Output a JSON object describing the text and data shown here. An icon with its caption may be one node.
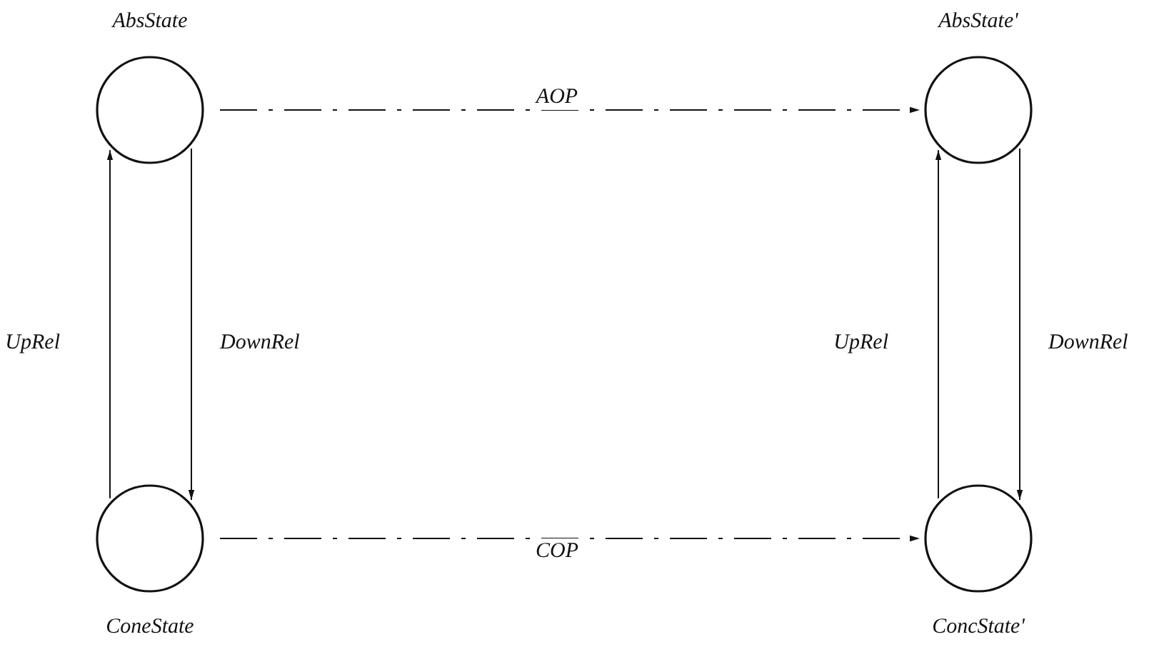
{
  "diagram": {
    "nodes": [
      {
        "text": [
          "AbsState"
        ]
      },
      {
        "text": [
          "AbsState'"
        ]
      },
      {
        "text": [
          "ConeState"
        ]
      },
      {
        "text": [
          "ConcState'"
        ]
      }
    ],
    "edges": [
      {
        "from": 0,
        "to": 1,
        "arrow": "to",
        "label": "AOP",
        "style": "dashed"
      },
      {
        "from": 2,
        "to": 0,
        "arrow": "to",
        "label": "UpRel"
      },
      {
        "from": 0,
        "to": 2,
        "arrow": "to",
        "label": "DownRel"
      },
      {
        "from": 3,
        "to": 1,
        "arrow": "to",
        "label": "UpRel"
      },
      {
        "from": 1,
        "to": 3,
        "arrow": "to",
        "label": "DownRel"
      },
      {
        "from": 2,
        "to": 3,
        "arrow": "to",
        "label": "COP",
        "style": "dashed"
      }
    ]
  }
}
